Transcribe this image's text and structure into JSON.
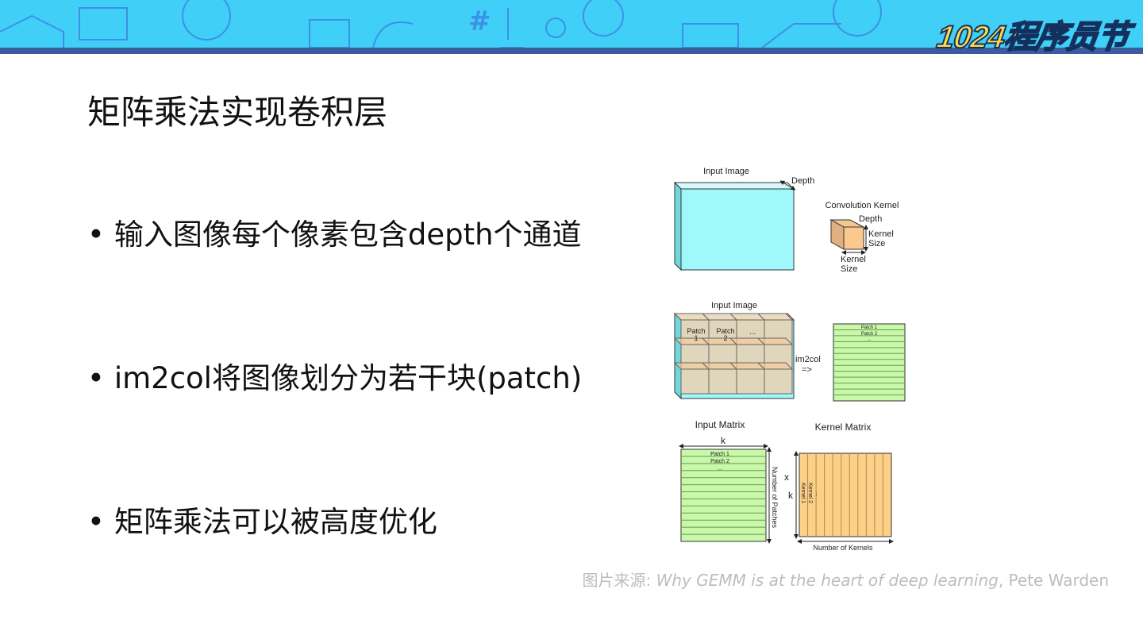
{
  "banner": {
    "logo_text": "1024程序员节",
    "bg_color": "#40cff6",
    "band_color": "#3a5c9e"
  },
  "slide": {
    "title": "矩阵乘法实现卷积层",
    "bullets": [
      "输入图像每个像素包含depth个通道",
      "im2col将图像划分为若干块(patch)",
      "矩阵乘法可以被高度优化"
    ]
  },
  "diagram": {
    "d1": {
      "input_image": "Input Image",
      "depth": "Depth",
      "conv_kernel": "Convolution Kernel",
      "kdepth": "Depth",
      "kernel_size_a": "Kernel",
      "kernel_size_b": "Size",
      "kernel_size_c": "Kernel",
      "kernel_size_d": "Size"
    },
    "d2": {
      "input_image": "Input Image",
      "patch1a": "Patch",
      "patch1b": "1",
      "patch2a": "Patch",
      "patch2b": "2",
      "dots": "...",
      "im2col": "im2col",
      "arrow": "=>",
      "row1": "Patch 1",
      "row2": "Patch 2",
      "rowdots": "..."
    },
    "d3": {
      "input_matrix": "Input Matrix",
      "k": "k",
      "row1": "Patch 1",
      "row2": "Patch 2",
      "rowdots": "...",
      "num_patches": "Number of Patches",
      "kernel_matrix": "Kernel Matrix",
      "x": "x",
      "k2": "k",
      "kernel1": "Kernel 1",
      "kernel2": "Kernel 2",
      "coldots": "...",
      "num_kernels": "Number of Kernels"
    }
  },
  "caption": {
    "prefix": "图片来源: ",
    "title": "Why GEMM is at the heart of deep learning",
    "suffix": ", Pete Warden"
  }
}
